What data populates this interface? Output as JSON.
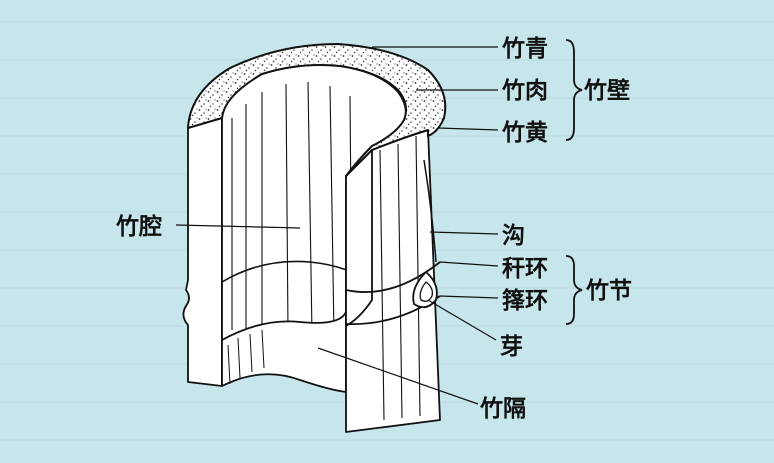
{
  "labels": {
    "zhu_qing": "竹青",
    "zhu_rou": "竹肉",
    "zhu_huang": "竹黄",
    "zhu_bi": "竹壁",
    "zhu_qiang": "竹腔",
    "gou": "沟",
    "gan_huan": "秆环",
    "tuo_huan": "箨环",
    "zhu_jie": "竹节",
    "ya": "芽",
    "zhu_ge": "竹隔"
  },
  "colors": {
    "background": "#c6e6ec",
    "ink": "#111111",
    "bleed_text": "#9bb9bf"
  }
}
